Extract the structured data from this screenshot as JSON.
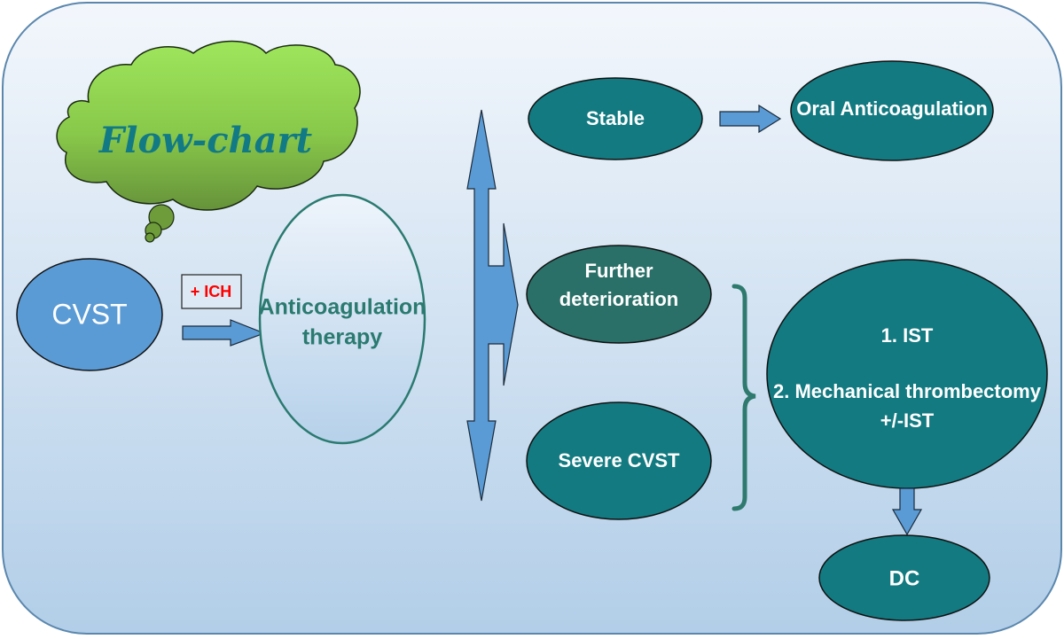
{
  "title": "Flow-chart",
  "colors": {
    "panel_top": "#f2f6fb",
    "panel_bottom": "#b3cfe8",
    "panel_border": "#5b87ad",
    "cloud_top": "#9be45a",
    "cloud_bottom": "#6e9c3a",
    "title_text": "#127a85",
    "blue_shape": "#5b9bd5",
    "teal_node": "#127a80",
    "dark_teal_node": "#2a7068",
    "therapy_border": "#2a7a70",
    "therapy_text": "#2a7a70",
    "ich_text": "#ff0000",
    "bracket": "#2e7a6e"
  },
  "nodes": {
    "cvst": "CVST",
    "ich_label": "+ ICH",
    "therapy": [
      "Anticoagulation",
      "therapy"
    ],
    "stable": "Stable",
    "oral": "Oral Anticoagulation",
    "further": [
      "Further",
      "deterioration"
    ],
    "severe": "Severe CVST",
    "treatment": [
      "1. IST",
      "2. Mechanical thrombectomy",
      "+/-IST"
    ],
    "dc": "DC"
  },
  "edges": [
    {
      "from": "cvst",
      "to": "therapy",
      "label": "+ ICH"
    },
    {
      "from": "therapy",
      "to": "stable"
    },
    {
      "from": "therapy",
      "to": "further"
    },
    {
      "from": "therapy",
      "to": "severe"
    },
    {
      "from": "stable",
      "to": "oral"
    },
    {
      "from": [
        "further",
        "severe"
      ],
      "to": "treatment"
    },
    {
      "from": "treatment",
      "to": "dc"
    }
  ]
}
